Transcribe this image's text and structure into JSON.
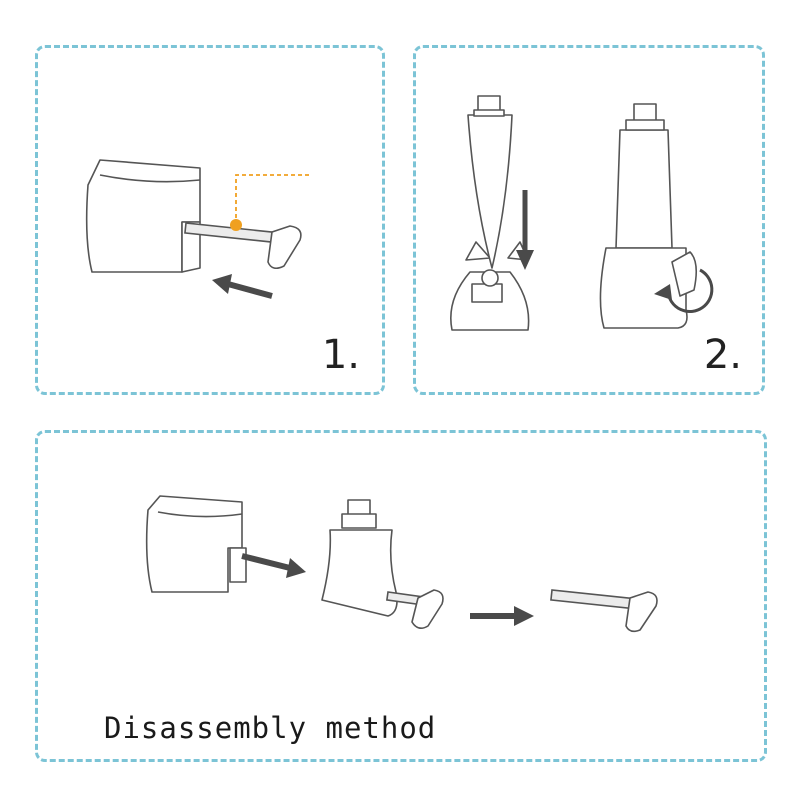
{
  "steps": [
    {
      "number": "1."
    },
    {
      "number": "2."
    }
  ],
  "disassembly": {
    "caption": "Disassembly method"
  },
  "colors": {
    "border": "#7cc4d6",
    "highlight": "#f0a020",
    "arrow": "#4a4a4a",
    "line": "#555555"
  }
}
